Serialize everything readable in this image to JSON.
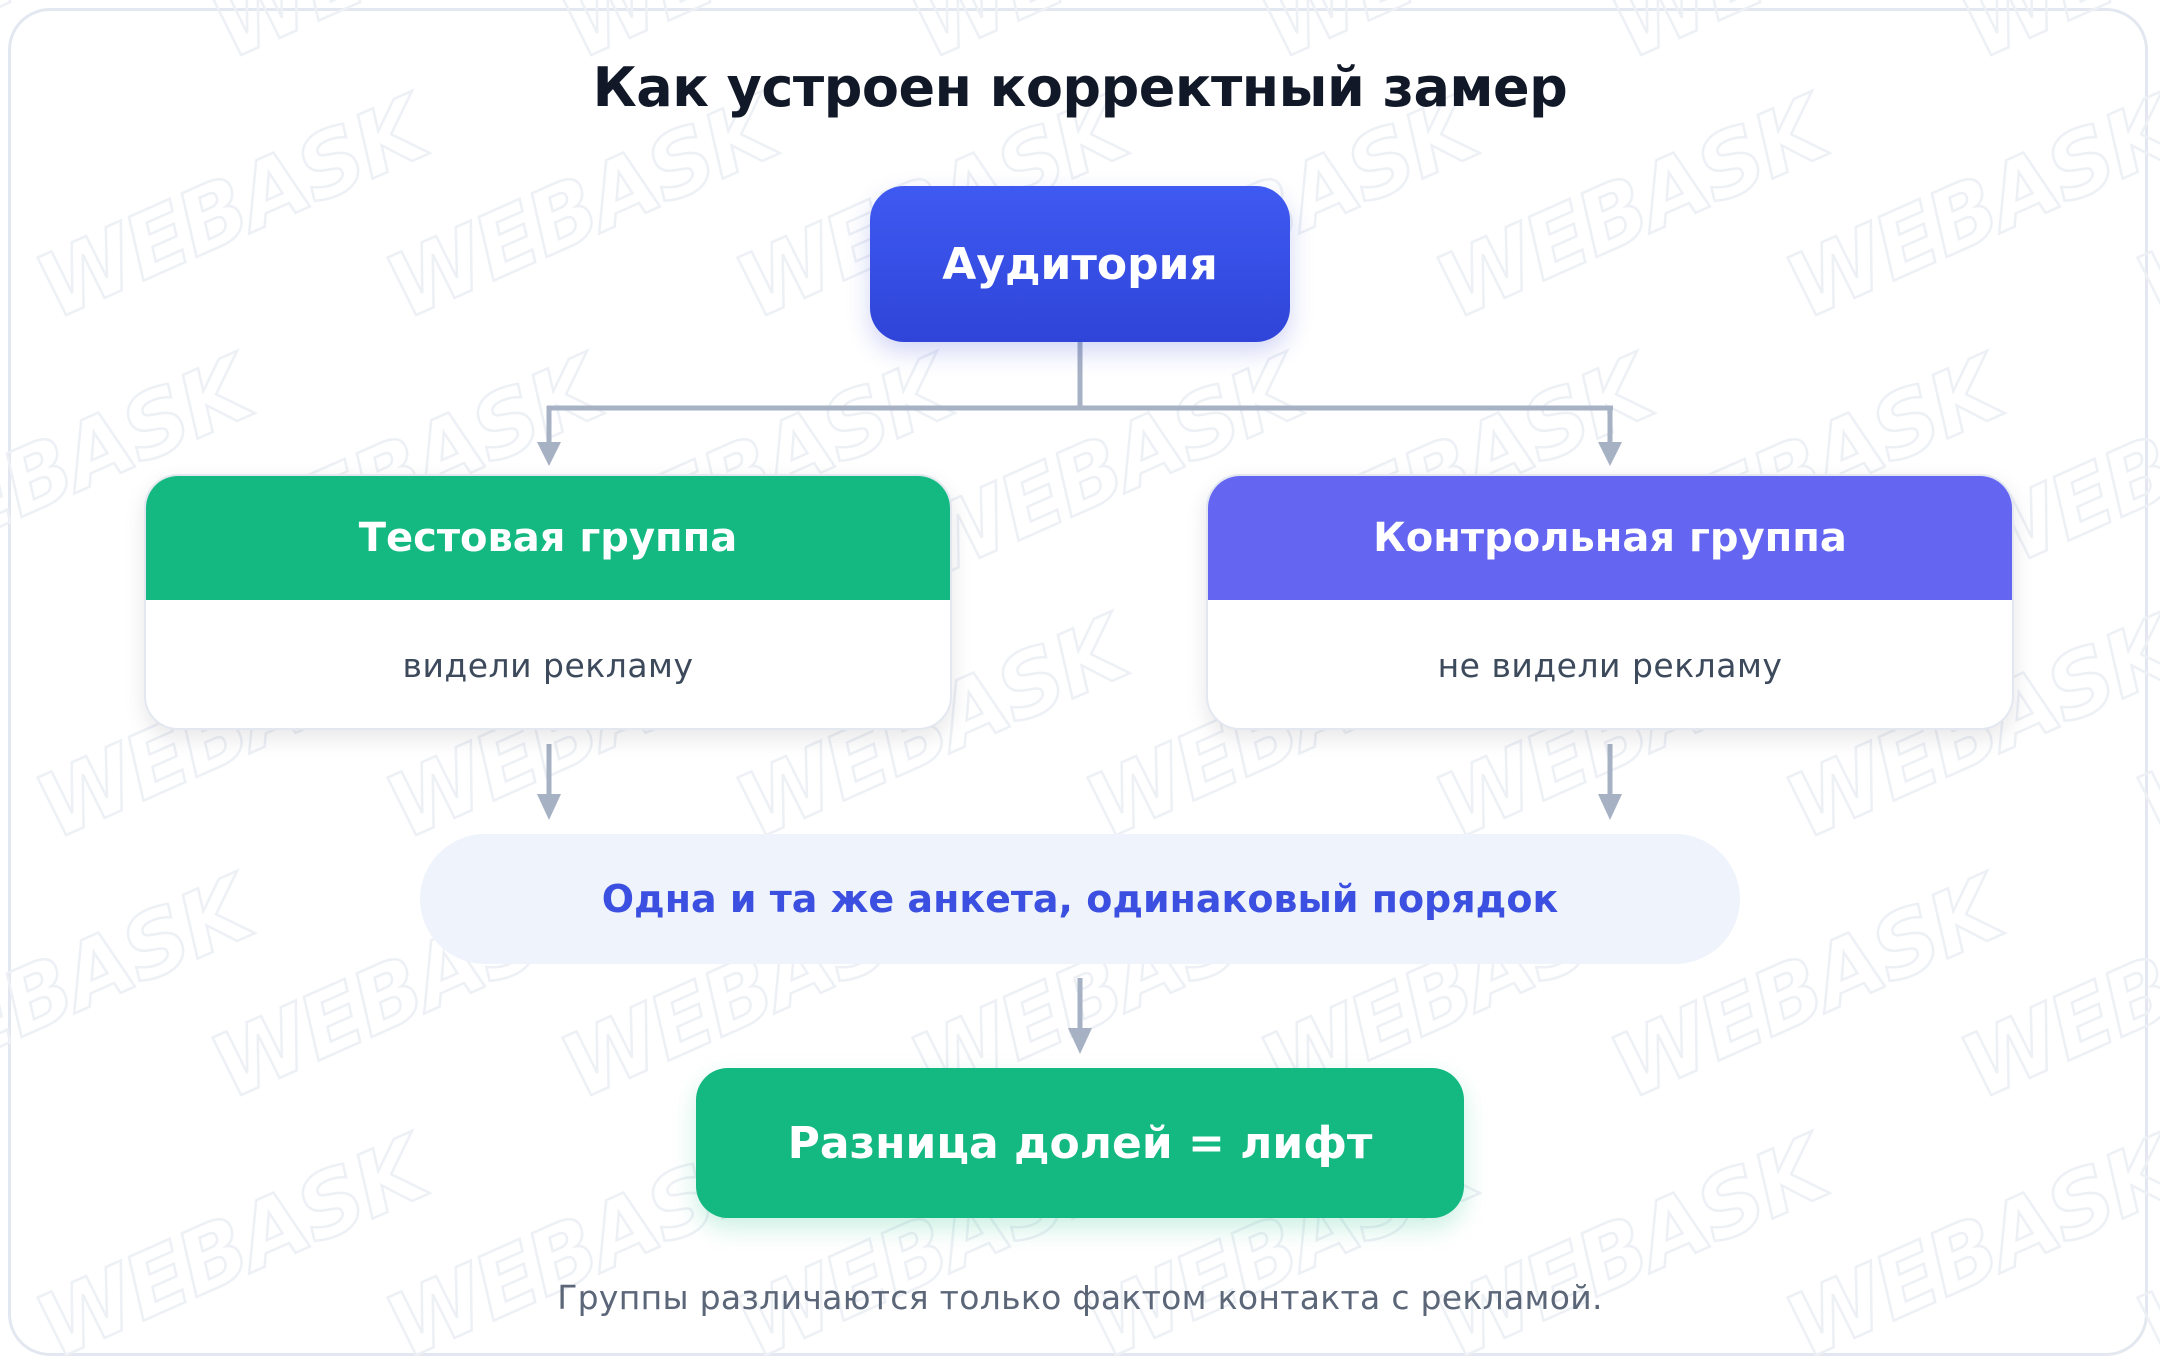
{
  "diagram": {
    "title": "Как устроен корректный замер",
    "root_node": {
      "label": "Аудитория"
    },
    "test_group": {
      "title": "Тестовая группа",
      "subtitle": "видели рекламу"
    },
    "control_group": {
      "title": "Контрольная группа",
      "subtitle": "не видели рекламу"
    },
    "survey_node": {
      "label": "Одна и та же анкета, одинаковый порядок"
    },
    "result_node": {
      "label": "Разница долей = лифт"
    },
    "footnote": "Группы различаются только фактом контакта с рекламой.",
    "watermark": "WEBASK"
  },
  "colors": {
    "title": "#111827",
    "root_fill": "#3547e6",
    "test_header": "#13b981",
    "control_header": "#6466f1",
    "survey_fill": "#eef3fc",
    "survey_text": "#3b4fe0",
    "result_fill": "#13b981",
    "connector": "#a6b1c4",
    "footnote": "#5b6678"
  }
}
